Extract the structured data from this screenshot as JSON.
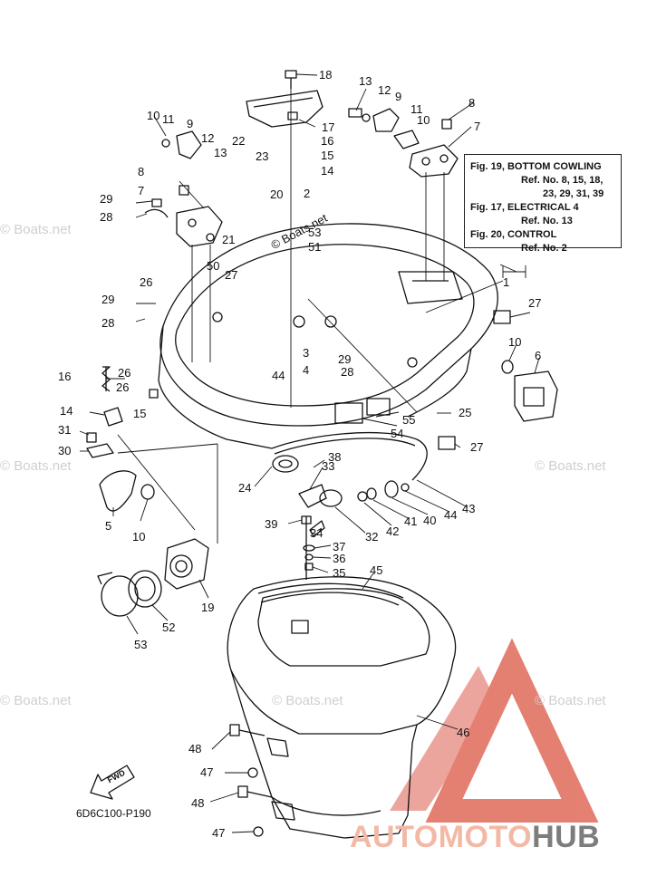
{
  "diagram_code": "6D6C100-P190",
  "fwd_label": "FWD",
  "brand": {
    "part1": "AUTOMOTO",
    "part2": "HUB"
  },
  "watermark_text": "© Boats.net",
  "reference_box": {
    "line1": "Fig. 19, BOTTOM COWLING",
    "line2": "Ref. No. 8, 15, 18,",
    "line3": "23, 29, 31, 39",
    "line4": "Fig. 17, ELECTRICAL 4",
    "line5": "Ref. No. 13",
    "line6": "Fig. 20, CONTROL",
    "line7": "Ref. No. 2"
  },
  "callouts": [
    "18",
    "13",
    "12",
    "9",
    "8",
    "17",
    "11",
    "10",
    "7",
    "16",
    "15",
    "14",
    "10",
    "11",
    "9",
    "12",
    "13",
    "22",
    "23",
    "8",
    "29",
    "7",
    "28",
    "20",
    "21",
    "2",
    "53",
    "51",
    "50",
    "27",
    "26",
    "26",
    "29",
    "28",
    "1",
    "27",
    "3",
    "4",
    "29",
    "28",
    "44",
    "10",
    "6",
    "16",
    "26",
    "15",
    "14",
    "31",
    "30",
    "25",
    "55",
    "54",
    "27",
    "38",
    "33",
    "24",
    "39",
    "34",
    "37",
    "36",
    "35",
    "32",
    "42",
    "41",
    "40",
    "44",
    "43",
    "5",
    "10",
    "19",
    "52",
    "53",
    "45",
    "46",
    "48",
    "47",
    "48",
    "47"
  ],
  "colors": {
    "brand_light": "#f2b9a6",
    "brand_dark": "#7d7d7d",
    "logo_red": "#e06a5a",
    "line": "#111111"
  }
}
